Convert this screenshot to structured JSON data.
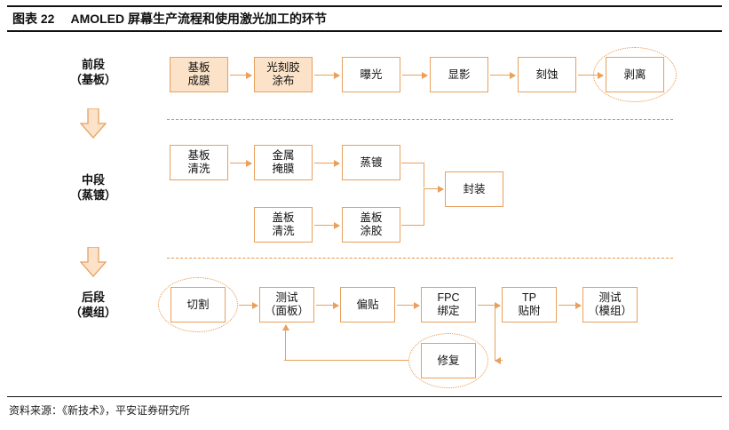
{
  "header": {
    "label": "图表 22",
    "title": "AMOLED 屏幕生产流程和使用激光加工的环节"
  },
  "footer": {
    "source": "资料来源：《新技术》，平安证券研究所"
  },
  "stages": [
    {
      "name": "front",
      "line1": "前段",
      "line2": "（基板）"
    },
    {
      "name": "mid",
      "line1": "中段",
      "line2": "（蒸镀）"
    },
    {
      "name": "back",
      "line1": "后段",
      "line2": "（模组）"
    }
  ],
  "front_row": [
    {
      "id": "substrate-film",
      "text": "基板\n成膜",
      "filled": true
    },
    {
      "id": "photoresist-coat",
      "text": "光刻胶\n涂布",
      "filled": true
    },
    {
      "id": "exposure",
      "text": "曝光",
      "filled": false
    },
    {
      "id": "develop",
      "text": "显影",
      "filled": false
    },
    {
      "id": "etch",
      "text": "刻蚀",
      "filled": false
    },
    {
      "id": "strip",
      "text": "剥离",
      "filled": false
    }
  ],
  "mid_row_top": [
    {
      "id": "substrate-clean",
      "text": "基板\n清洗",
      "filled": false
    },
    {
      "id": "metal-mask",
      "text": "金属\n掩膜",
      "filled": false
    },
    {
      "id": "evaporation",
      "text": "蒸镀",
      "filled": false
    }
  ],
  "mid_row_bottom": [
    {
      "id": "cover-clean",
      "text": "盖板\n清洗",
      "filled": false
    },
    {
      "id": "cover-glue",
      "text": "盖板\n涂胶",
      "filled": false
    }
  ],
  "mid_row_end": {
    "id": "encapsulation",
    "text": "封装",
    "filled": false
  },
  "back_row": [
    {
      "id": "cutting",
      "text": "切割",
      "filled": false
    },
    {
      "id": "test-panel",
      "text": "测试\n（面板）",
      "filled": false
    },
    {
      "id": "polarizer",
      "text": "偏贴",
      "filled": false
    },
    {
      "id": "fpc-bonding",
      "text": "FPC\n绑定",
      "filled": false
    },
    {
      "id": "tp-attach",
      "text": "TP\n贴附",
      "filled": false
    },
    {
      "id": "test-module",
      "text": "测试\n（模组）",
      "filled": false
    }
  ],
  "back_repair": {
    "id": "repair",
    "text": "修复",
    "filled": false
  },
  "highlights": [
    {
      "id": "highlight-strip",
      "target": "剥离"
    },
    {
      "id": "highlight-cutting",
      "target": "切割"
    },
    {
      "id": "highlight-repair",
      "target": "修复"
    }
  ],
  "colors": {
    "accent": "#E8A05C",
    "accent_dark": "#E8933C",
    "box_fill": "#FBE2C8",
    "rule": "#111111",
    "text": "#1a1a1a"
  }
}
